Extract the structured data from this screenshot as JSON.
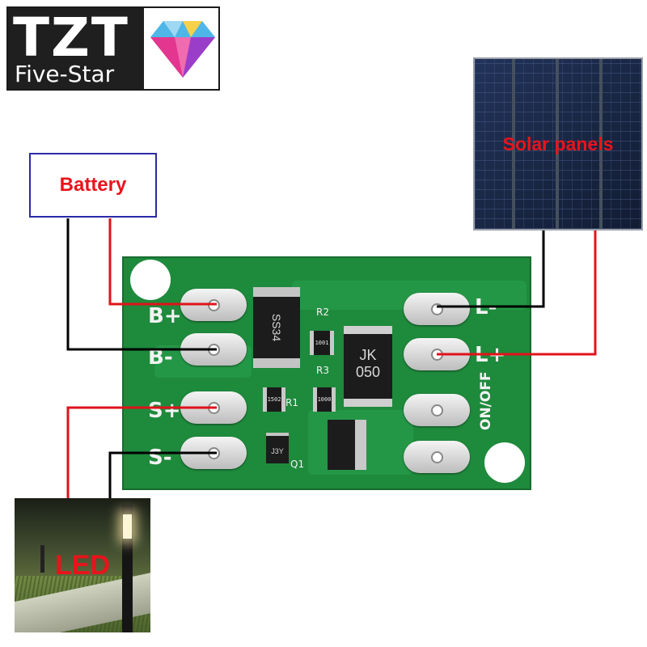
{
  "logo": {
    "brand": "TZT",
    "tagline": "Five-Star"
  },
  "labels": {
    "battery": "Battery",
    "solar": "Solar panels",
    "led": "LED"
  },
  "pcb": {
    "left_pins": [
      "B+",
      "B-",
      "S+",
      "S-"
    ],
    "right_pins": [
      "L-",
      "L+"
    ],
    "switch_label": "ON/OFF",
    "diode_marking": "SS34",
    "fuse_marking": [
      "JK",
      "050"
    ],
    "r2_label": "R2",
    "r2_value": "1001",
    "r3_label": "R3",
    "r3_value": "1000",
    "r1_label": "R1",
    "r1_value": "1502",
    "q1_label": "Q1",
    "q1_marking": "J3Y"
  },
  "colors": {
    "label_red": "#e8141b",
    "battery_border": "#2a2aa8",
    "pcb_green": "#1e8a3c",
    "wire_red": "#e0131b",
    "wire_black": "#000000"
  }
}
